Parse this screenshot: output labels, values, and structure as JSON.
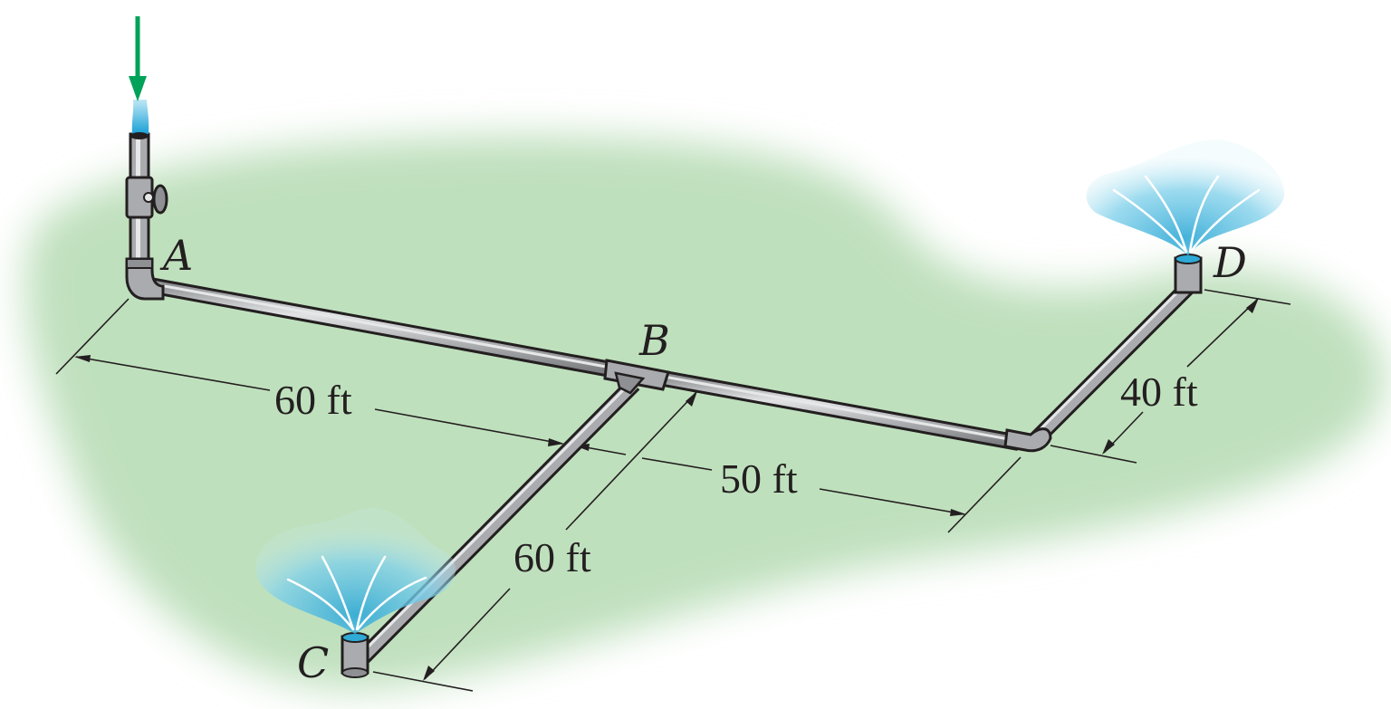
{
  "diagram": {
    "points": {
      "A": "A",
      "B": "B",
      "C": "C",
      "D": "D"
    },
    "dimensions": {
      "ab": "60 ft",
      "bd": "50 ft",
      "bc": "60 ft",
      "d_branch": "40 ft"
    },
    "colors": {
      "lawn": "#bfe0bd",
      "pipe": "#a9abae",
      "pipe_outline": "#231f20",
      "water": "#5bc2e0",
      "inflow_arrow": "#00a25a"
    },
    "icons": {
      "inflow": "down-arrow-icon",
      "valve": "valve-icon",
      "sprinkler": "water-spray-icon"
    }
  }
}
